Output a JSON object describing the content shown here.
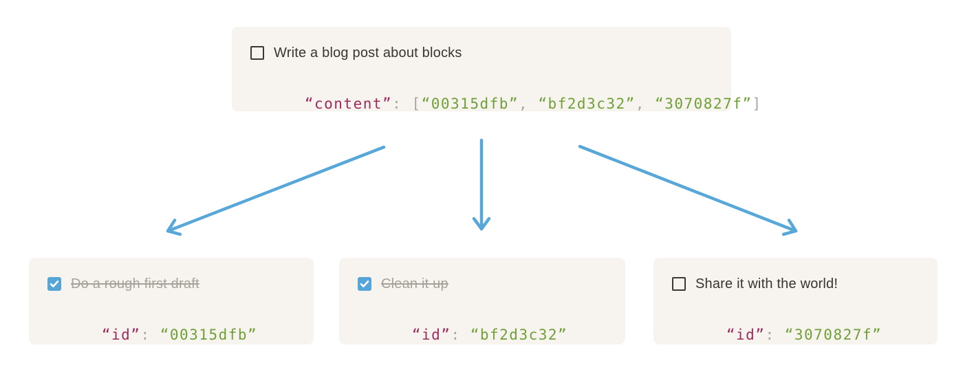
{
  "colors": {
    "page_bg": "#FFFFFF",
    "card_bg": "#F7F3EE",
    "text_dark": "#37352F",
    "text_done": "#A5A29C",
    "code_key": "#9B2B5F",
    "code_punctuation": "#A8A59E",
    "code_string": "#6FA037",
    "checkbox_checked_bg": "#55A5D9",
    "checkbox_unchecked_border": "#3B3833",
    "arrow": "#58A7D9"
  },
  "parent_block": {
    "todo_label": "Write a blog post about blocks",
    "checkbox_state": "unchecked",
    "code": {
      "key": "“content”",
      "colon": ": ",
      "open_bracket": "[",
      "ids": [
        "“00315dfb”",
        "“bf2d3c32”",
        "“3070827f”"
      ],
      "separator": ", ",
      "close_bracket": "]"
    }
  },
  "child_blocks": [
    {
      "todo_label": "Do a rough first draft",
      "checkbox_state": "checked",
      "code": {
        "key": "“id”",
        "colon": ": ",
        "value": "“00315dfb”"
      }
    },
    {
      "todo_label": "Clean it up",
      "checkbox_state": "checked",
      "code": {
        "key": "“id”",
        "colon": ": ",
        "value": "“bf2d3c32”"
      }
    },
    {
      "todo_label": "Share it with the world!",
      "checkbox_state": "unchecked",
      "code": {
        "key": "“id”",
        "colon": ": ",
        "value": "“3070827f”"
      }
    }
  ]
}
